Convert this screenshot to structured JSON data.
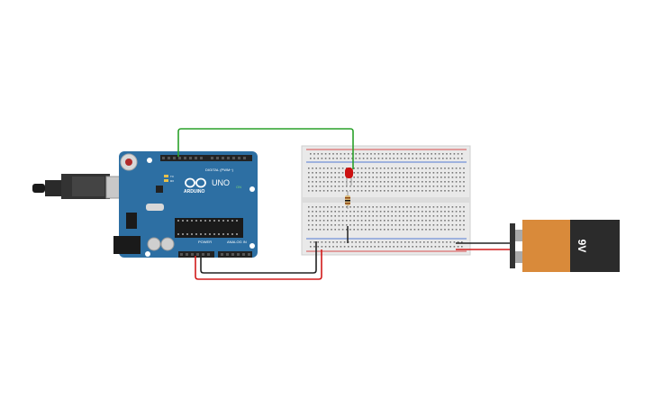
{
  "workspace": {
    "components": {
      "arduino": {
        "logo_text": "ARDUINO",
        "model_text": "UNO",
        "digital_header_label": "DIGITAL (PWM~)",
        "power_header_label": "POWER",
        "analog_header_label": "ANALOG IN",
        "on_label": "ON",
        "tx_label": "TX",
        "rx_label": "RX"
      },
      "battery": {
        "voltage_label": "9V"
      }
    },
    "colors": {
      "board": "#2d6fa3",
      "breadboard": "#e9e9e9",
      "wire_green": "#2aa12a",
      "wire_red": "#d11a1a",
      "wire_black": "#222222",
      "battery_body": "#d98a3a",
      "battery_cap": "#222222",
      "led_red": "#cc1111"
    }
  }
}
